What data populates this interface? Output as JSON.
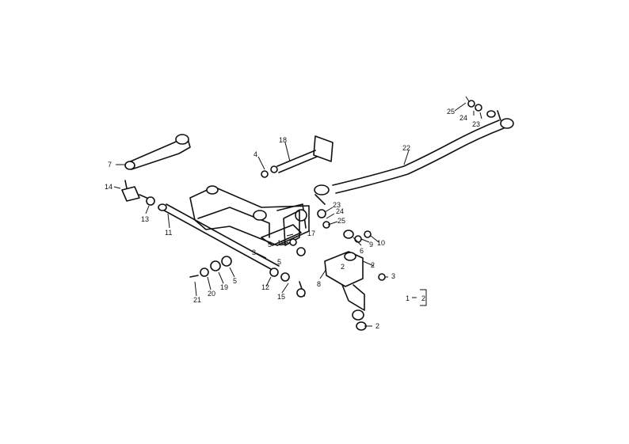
{
  "labels": {
    "l1": "1",
    "l2a": "2",
    "l2b": "2",
    "l2c": "2",
    "l3a": "3",
    "l3b": "3",
    "l4": "4",
    "l5a": "5",
    "l5b": "5",
    "l5c": "5",
    "l6": "6",
    "l7": "7",
    "l8": "8",
    "l9": "9",
    "l10": "10",
    "l11": "11",
    "l12": "12",
    "l13": "13",
    "l14": "14",
    "l15": "15",
    "l16": "16",
    "l17": "17",
    "l18": "18",
    "l19": "19",
    "l20": "20",
    "l21": "21",
    "l22": "22",
    "l23a": "23",
    "l23b": "23",
    "l24a": "24",
    "l24b": "24",
    "l25a": "25",
    "l25b": "25"
  },
  "legend": {
    "index": "1",
    "target": "2"
  }
}
